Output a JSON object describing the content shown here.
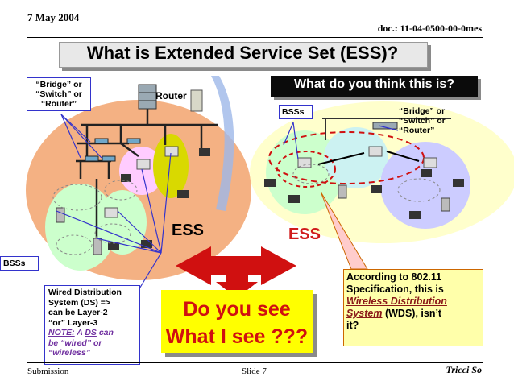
{
  "header": {
    "date": "7 May 2004",
    "doc": "doc.: 11-04-0500-00-0mes"
  },
  "title": "What is Extended Service Set (ESS)?",
  "question": "What do you think this is?",
  "left_diagram": {
    "bridge_label": [
      "“Bridge” or",
      "“Switch” or",
      "“Router”"
    ],
    "router_label": "Router",
    "bss_label": "BSSs",
    "ess_label": "ESS"
  },
  "right_diagram": {
    "bss_label": "BSSs",
    "bridge_label": [
      "“Bridge” or",
      "“Switch” or",
      "“Router”"
    ],
    "ess_label": "ESS"
  },
  "ds_note": {
    "line1a": "Wired",
    "line1b": " Distribution",
    "line2": "System (DS) =>",
    "line3": "can be Layer-2",
    "line4": "“or” Layer-3",
    "note_a": "NOTE:",
    "note_b": " A ",
    "note_c": "DS",
    "note_d": " can",
    "note_e": "be “wired” or",
    "note_f": "“wireless”"
  },
  "center": {
    "line1": "Do you see",
    "line2": "What I see ???"
  },
  "wds_note": {
    "line1": "According to 802.11",
    "line2": "Specification, this is",
    "ital1": "Wireless Distribution",
    "ital2": "System",
    "tail": " (WDS), isn’t",
    "line4": "it?"
  },
  "footer": {
    "left": "Submission",
    "center": "Slide 7",
    "right": "Tricci So"
  },
  "colors": {
    "ess_left": "#f4b183",
    "ess_right": "#ffffcc",
    "bss_green": "#ccffcc",
    "bss_pink": "#ffccff",
    "bss_yellow": "#d9d900",
    "bss_blue": "#ccccff",
    "arrow_red": "#d01010",
    "center_yellow": "#ffff00"
  }
}
